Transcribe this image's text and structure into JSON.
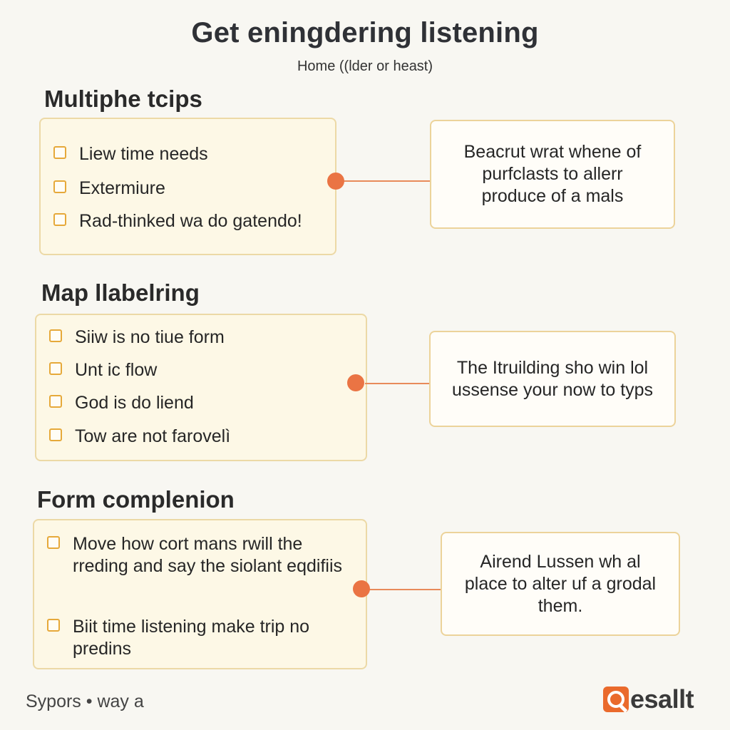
{
  "header": {
    "title": "Get eningdering listening",
    "subtitle": "Home ((lder or heast)"
  },
  "sections": [
    {
      "heading": "Multiphe tcips",
      "items": [
        "Liew time needs",
        "Extermiure",
        "Rad-thinked wa do gatendo!"
      ],
      "note": "Beacrut wrat whene of purfclasts to allerr produce of a mals"
    },
    {
      "heading": "Map llabelring",
      "items": [
        "Siiw is no tiue form",
        "Unt ic flow",
        "God is do liend",
        "Tow are not farovelì"
      ],
      "note": "The Itruilding sho win lol ussense your now to typs"
    },
    {
      "heading": "Form complenion",
      "items": [
        "Move how cort mans rwill the rreding and say the siolant eqdifiis",
        "Biit time listening make trip no predins"
      ],
      "note": "Airend Lussen wh al place to alter uf a grodal them."
    }
  ],
  "footer": {
    "left_text": "Sypors • way a",
    "logo_text": "esallt",
    "logo_icon": "magnifier-q-icon"
  },
  "colors": {
    "accent": "#ea7444",
    "checkbox_border": "#e6a93a",
    "card_background": "#fdf8e6",
    "card_border": "#ecd9a6"
  }
}
